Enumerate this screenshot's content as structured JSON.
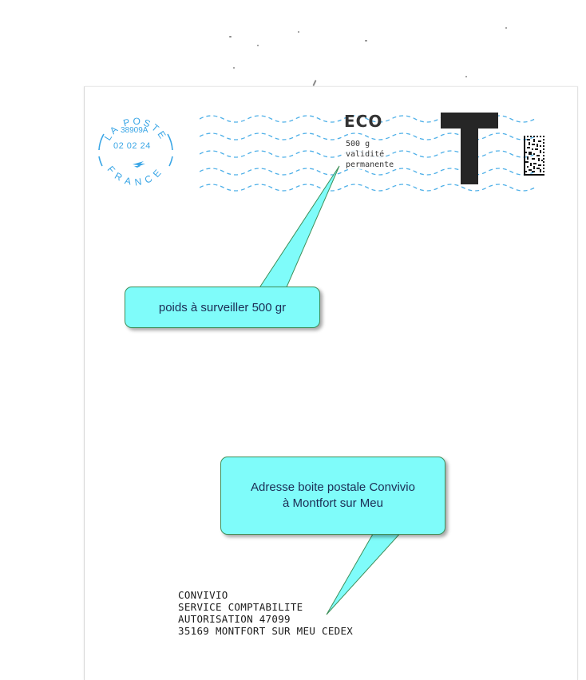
{
  "stamp": {
    "top_text": "LA POSTE",
    "bottom_text": "FRANCE",
    "code": "38909A",
    "date": "02 02 24",
    "color": "#3aa6e6",
    "icon": "la-poste-bird-icon"
  },
  "franking": {
    "title": "ECO",
    "weight": "500 g",
    "validity_line1": "validité",
    "validity_line2": "permanente",
    "wave_color": "#4fb0e8",
    "t_logo": "T",
    "barcode_icon": "datamatrix-icon"
  },
  "callouts": {
    "weight_note": "poids à surveiller 500 gr",
    "address_note_line1": "Adresse boite postale Convivio",
    "address_note_line2": "à Montfort sur Meu",
    "fill_color": "#7ffcfa"
  },
  "address": {
    "line1": "CONVIVIO",
    "line2": "SERVICE COMPTABILITE",
    "line3": "AUTORISATION 47099",
    "line4": "35169 MONTFORT SUR MEU CEDEX"
  }
}
